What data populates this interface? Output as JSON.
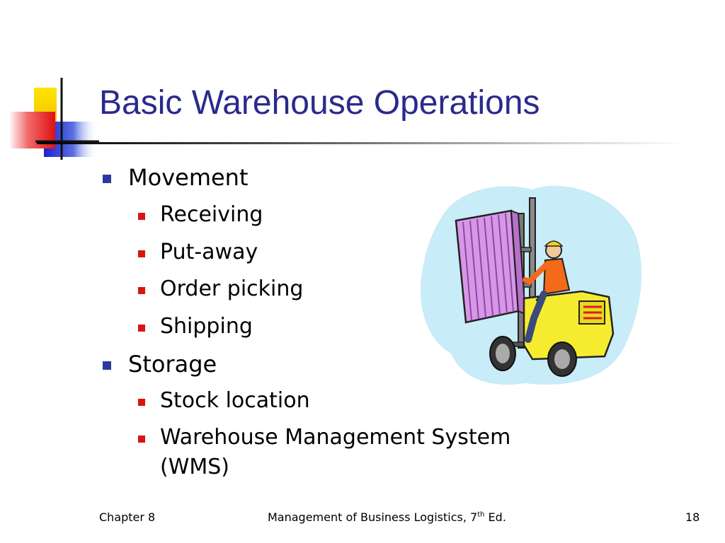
{
  "slide": {
    "title": "Basic Warehouse Operations",
    "items": [
      {
        "label": "Movement",
        "children": [
          "Receiving",
          "Put-away",
          "Order picking",
          "Shipping"
        ]
      },
      {
        "label": "Storage",
        "children": [
          "Stock location",
          "Warehouse Management System",
          "(WMS)"
        ]
      }
    ],
    "illustration": "forklift-clipart"
  },
  "footer": {
    "chapter": "Chapter 8",
    "book_pre": "Management of Business Logistics, 7",
    "book_sup": "th",
    "book_post": " Ed.",
    "page": "18"
  },
  "colors": {
    "title": "#2a2a8c",
    "bullet_level1": "#2a3a9c",
    "bullet_level2": "#d81414",
    "accent_yellow": "#f8d800",
    "accent_red": "#f03030",
    "accent_blue": "#2020d0"
  }
}
